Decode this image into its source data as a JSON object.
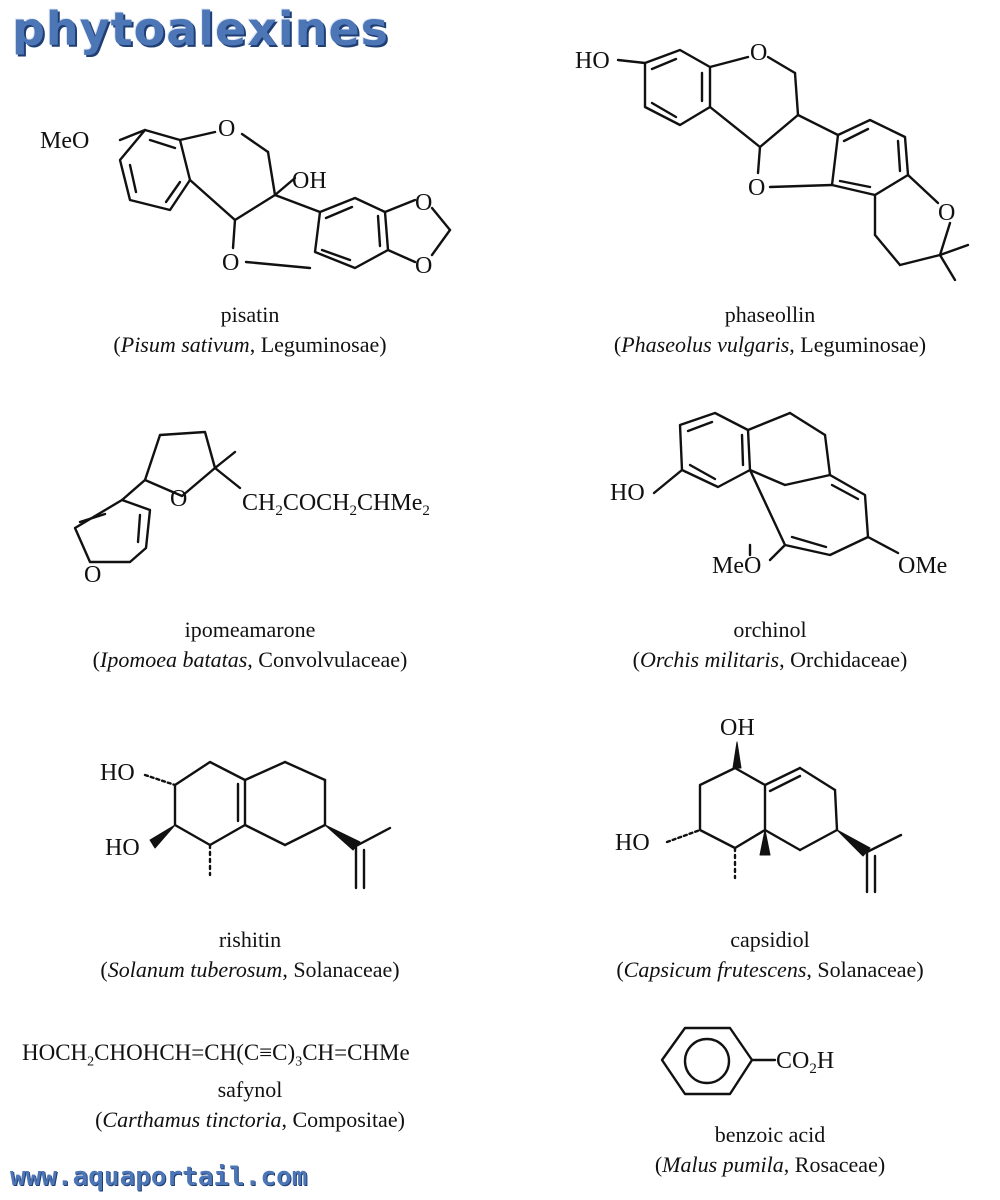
{
  "title": "phytoalexines",
  "website": "www.aquaportail.com",
  "compounds": [
    {
      "name": "pisatin",
      "species": "Pisum sativum",
      "family": "Leguminosae",
      "labels": {
        "meo": "MeO",
        "o_ring": "O",
        "oh": "OH",
        "o_furan": "O",
        "o_dioxole_1": "O",
        "o_dioxole_2": "O"
      }
    },
    {
      "name": "phaseollin",
      "species": "Phaseolus vulgaris",
      "family": "Leguminosae",
      "labels": {
        "ho": "HO",
        "o_ring": "O",
        "o_furan": "O",
        "o_pyran": "O"
      }
    },
    {
      "name": "ipomeamarone",
      "species": "Ipomoea batatas",
      "family": "Convolvulaceae",
      "labels": {
        "o_furan": "O",
        "o_thf": "O",
        "side_chain": "CH2COCH2CHMe2"
      }
    },
    {
      "name": "orchinol",
      "species": "Orchis militaris",
      "family": "Orchidaceae",
      "labels": {
        "ho": "HO",
        "meo": "MeO",
        "ome": "OMe"
      }
    },
    {
      "name": "rishitin",
      "species": "Solanum tuberosum",
      "family": "Solanaceae",
      "labels": {
        "ho_1": "HO",
        "ho_2": "HO"
      }
    },
    {
      "name": "capsidiol",
      "species": "Capsicum frutescens",
      "family": "Solanaceae",
      "labels": {
        "oh": "OH",
        "ho": "HO"
      }
    },
    {
      "name": "safynol",
      "species": "Carthamus tinctoria",
      "family": "Compositae",
      "formula": "HOCH2CHOHCH=CH(C≡C)3CH=CHMe"
    },
    {
      "name": "benzoic acid",
      "species": "Malus pumila",
      "family": "Rosaceae",
      "labels": {
        "co2h": "CO2H"
      }
    }
  ]
}
